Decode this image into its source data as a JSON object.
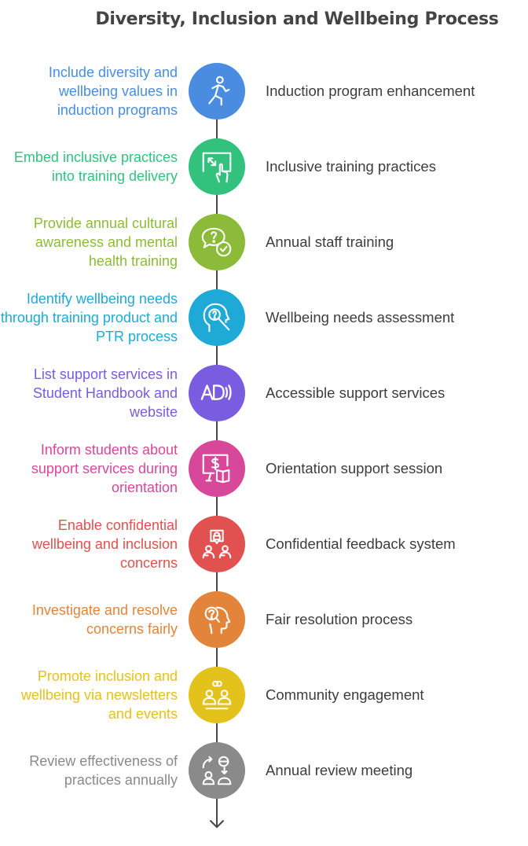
{
  "title": "Diversity, Inclusion and Wellbeing Process",
  "steps": [
    {
      "description": "Include diversity and wellbeing values in induction programs",
      "label": "Induction program enhancement",
      "color": "#4a8de0",
      "icon": "walking-person-icon"
    },
    {
      "description": "Embed inclusive practices into training delivery",
      "label": "Inclusive training practices",
      "color": "#33c27e",
      "icon": "touch-screen-icon"
    },
    {
      "description": "Provide annual cultural awareness and mental health training",
      "label": "Annual staff training",
      "color": "#8cbb3a",
      "icon": "chat-question-icon"
    },
    {
      "description": "Identify wellbeing needs through training product and PTR process",
      "label": "Wellbeing needs assessment",
      "color": "#1fa9d6",
      "icon": "head-search-icon"
    },
    {
      "description": "List support services in Student Handbook and website",
      "label": "Accessible support services",
      "color": "#7a5ce0",
      "icon": "audio-description-icon"
    },
    {
      "description": "Inform students about support services during orientation",
      "label": "Orientation support session",
      "color": "#d8489a",
      "icon": "presentation-dollar-icon"
    },
    {
      "description": "Enable confidential wellbeing and inclusion concerns",
      "label": "Confidential feedback system",
      "color": "#e0514f",
      "icon": "lock-people-icon"
    },
    {
      "description": "Investigate and resolve concerns fairly",
      "label": "Fair resolution process",
      "color": "#e2853a",
      "icon": "head-question-icon"
    },
    {
      "description": "Promote inclusion and wellbeing via newsletters and events",
      "label": "Community engagement",
      "color": "#e4c21c",
      "icon": "community-icon"
    },
    {
      "description": "Review effectiveness of practices annually",
      "label": "Annual review meeting",
      "color": "#8a8a8a",
      "icon": "people-exchange-icon"
    }
  ]
}
